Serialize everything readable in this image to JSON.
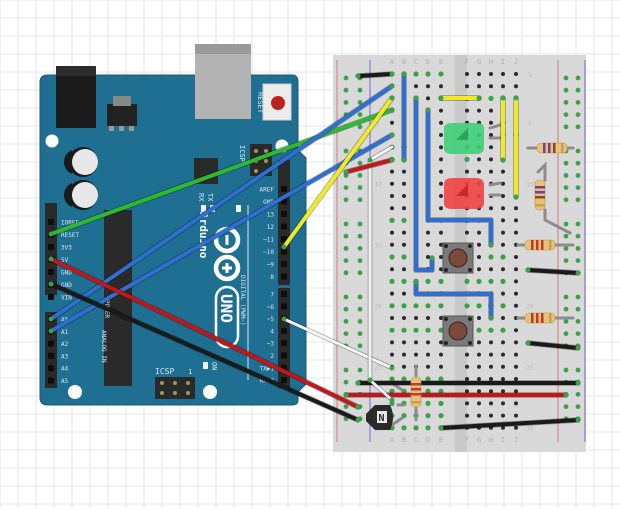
{
  "diagram": {
    "type": "fritzing-breadboard-view",
    "colors": {
      "grid_line": "#e3e6ec",
      "board_blue": "#1f6f93",
      "board_edge": "#175a78",
      "breadboard_bg": "#d9d9d9",
      "rail_red": "#d77a7a",
      "rail_blue": "#8f8fd6",
      "hole_dark": "#2b2b2b",
      "hole_green": "#3fa04a",
      "wire_black": "#1a1a1a",
      "wire_red": "#c0171b",
      "wire_blue": "#2f6fd1",
      "wire_green": "#2fb92f",
      "wire_yellow": "#f1ea22",
      "wire_white": "#f4f4f4",
      "lead_gray": "#8c8c8c"
    }
  },
  "arduino": {
    "brand": "Arduino",
    "model": "UNO",
    "reset_label": "RESET",
    "icsp_label": "ICSP",
    "icsp2_label": "ICSP",
    "icsp_pin1_label": "1",
    "on_label": "ON",
    "tx_label": "TX",
    "rx_label": "RX",
    "l_label": "L",
    "digital_label": "DIGITAL (PWM~)",
    "power_label": "POWER",
    "analog_label": "ANALOG IN",
    "power_pins": [
      "IOREF",
      "RESET",
      "3V3",
      "5V",
      "GND",
      "GND",
      "VIN"
    ],
    "analog_pins": [
      "A0",
      "A1",
      "A2",
      "A3",
      "A4",
      "A5"
    ],
    "digital_pins_top": [
      "AREF",
      "GND",
      "13",
      "12",
      "~11",
      "~10",
      "~9",
      "8"
    ],
    "digital_pins_bottom": [
      "7",
      "~6",
      "~5",
      "4",
      "~3",
      "2",
      "TX▶1",
      "RX◀0"
    ]
  },
  "breadboard": {
    "columns_left": [
      "A",
      "B",
      "C",
      "D",
      "E"
    ],
    "columns_right": [
      "F",
      "G",
      "H",
      "I",
      "J"
    ],
    "row_labels": [
      "1",
      "5",
      "10",
      "15",
      "20",
      "25",
      "30"
    ],
    "rows": 30
  },
  "components": [
    {
      "id": "led-green",
      "type": "LED",
      "color": "green"
    },
    {
      "id": "led-red",
      "type": "LED",
      "color": "red"
    },
    {
      "id": "button-1",
      "type": "pushbutton"
    },
    {
      "id": "button-2",
      "type": "pushbutton"
    },
    {
      "id": "resistor-1",
      "type": "resistor",
      "bands": [
        "#7a3b9b",
        "#7a3b9b",
        "#8a4a1f",
        "#c8a04a"
      ]
    },
    {
      "id": "resistor-2",
      "type": "resistor",
      "bands": [
        "#7a3b9b",
        "#7a3b9b",
        "#8a4a1f",
        "#c8a04a"
      ]
    },
    {
      "id": "resistor-3",
      "type": "resistor",
      "bands": [
        "#c0392b",
        "#c0392b",
        "#c0392b",
        "#c8a04a"
      ]
    },
    {
      "id": "resistor-4",
      "type": "resistor",
      "bands": [
        "#c0392b",
        "#c0392b",
        "#c0392b",
        "#c8a04a"
      ]
    },
    {
      "id": "resistor-5",
      "type": "resistor",
      "bands": [
        "#c0392b",
        "#c0392b",
        "#c0392b",
        "#c8a04a"
      ]
    },
    {
      "id": "transistor-npn",
      "type": "NPN transistor",
      "label": "N"
    }
  ]
}
